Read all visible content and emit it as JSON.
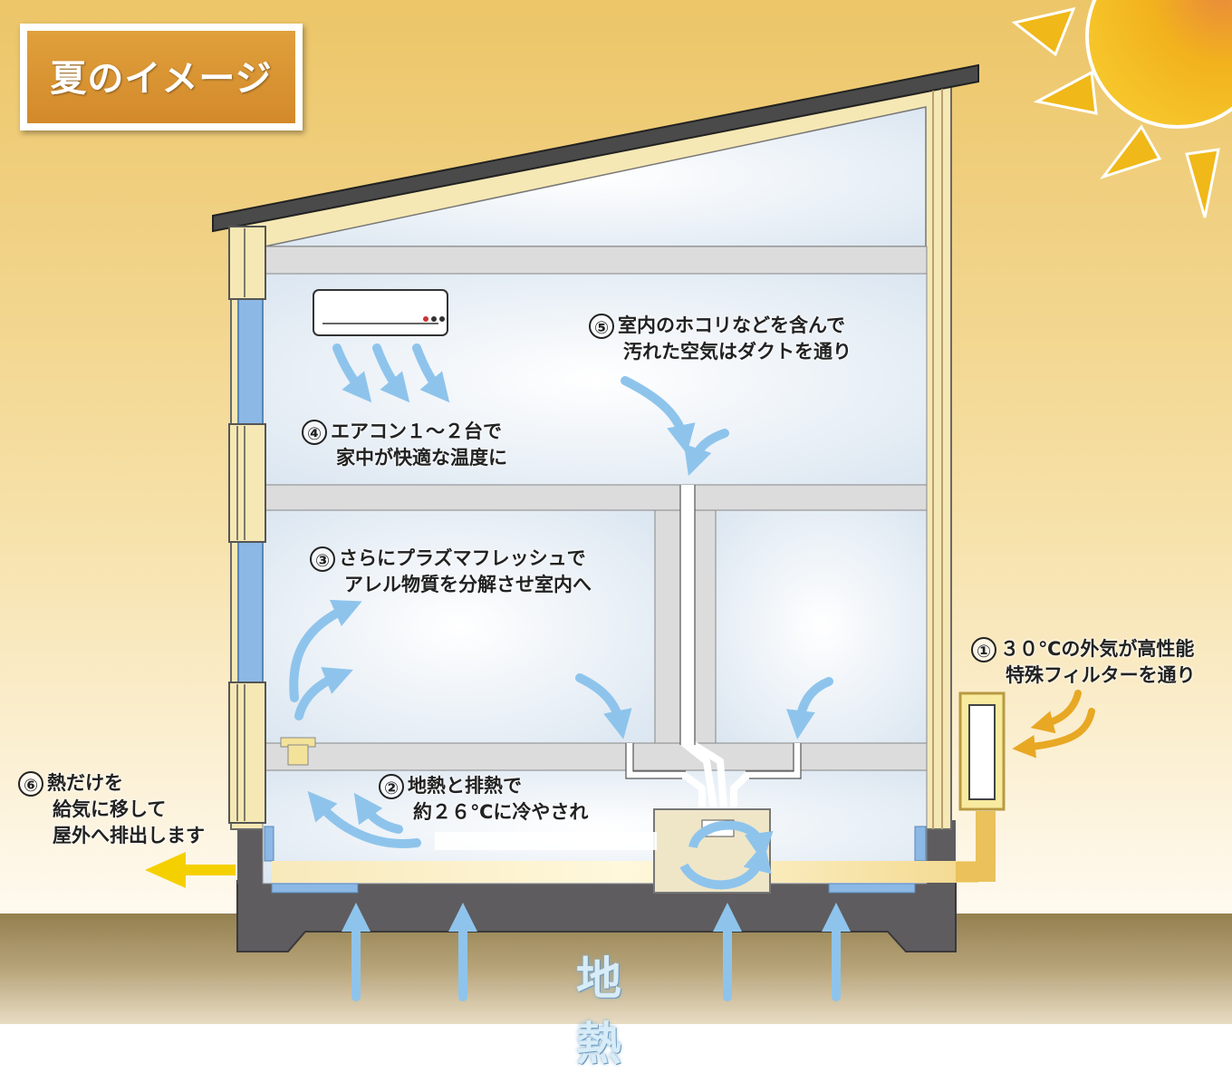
{
  "title": "夏のイメージ",
  "ground_label": "地　熱",
  "callouts": [
    {
      "num": "①",
      "line1": "３０℃の外気が高性能",
      "line2": "特殊フィルターを通り"
    },
    {
      "num": "②",
      "line1": "地熱と排熱で",
      "line2": "約２６℃に冷やされ"
    },
    {
      "num": "③",
      "line1": "さらにプラズマフレッシュで",
      "line2": "アレル物質を分解させ室内へ"
    },
    {
      "num": "④",
      "line1": "エアコン１～２台で",
      "line2": "家中が快適な温度に"
    },
    {
      "num": "⑤",
      "line1": "室内のホコリなどを含んで",
      "line2": "汚れた空気はダクトを通り"
    },
    {
      "num": "⑥",
      "line1": "熱だけを",
      "line2": "給気に移して",
      "line3": "屋外へ排出します"
    }
  ],
  "colors": {
    "sky_top": "#eec86a",
    "sky_bottom": "#fdf6e4",
    "ground": "#9a8457",
    "title_bg": "#d98f2e",
    "duct_gray": "#d9d9d9",
    "cool_arrow": "#8ec4ec",
    "warm_arrow": "#e8a824",
    "exhaust_arrow": "#f5d000",
    "sun": "#f0b818"
  }
}
